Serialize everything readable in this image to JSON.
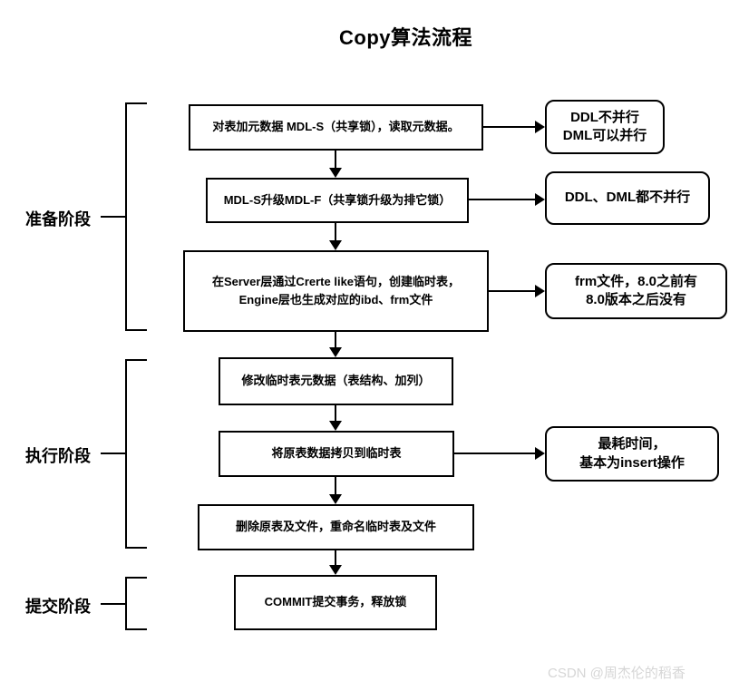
{
  "diagram": {
    "title": "Copy算法流程",
    "colors": {
      "line": "#000000",
      "background": "#ffffff",
      "watermark_text": "#d6d6d6"
    },
    "phases": [
      {
        "label": "准备阶段"
      },
      {
        "label": "执行阶段"
      },
      {
        "label": "提交阶段"
      }
    ],
    "steps": [
      {
        "text": "对表加元数据 MDL-S（共享锁），读取元数据。"
      },
      {
        "text": "MDL-S升级MDL-F（共享锁升级为排它锁）"
      },
      {
        "text": "在Server层通过Crerte like语句，创建临时表，\nEngine层也生成对应的ibd、frm文件"
      },
      {
        "text": "修改临时表元数据（表结构、加列）"
      },
      {
        "text": "将原表数据拷贝到临时表"
      },
      {
        "text": "删除原表及文件，重命名临时表及文件"
      },
      {
        "text": "COMMIT提交事务，释放锁"
      }
    ],
    "notes": [
      {
        "text": "DDL不并行\nDML可以并行"
      },
      {
        "text": "DDL、DML都不并行"
      },
      {
        "text": "frm文件，8.0之前有\n8.0版本之后没有"
      },
      {
        "text": "最耗时间，\n基本为insert操作"
      }
    ],
    "watermark": "CSDN @周杰伦的稻香"
  }
}
